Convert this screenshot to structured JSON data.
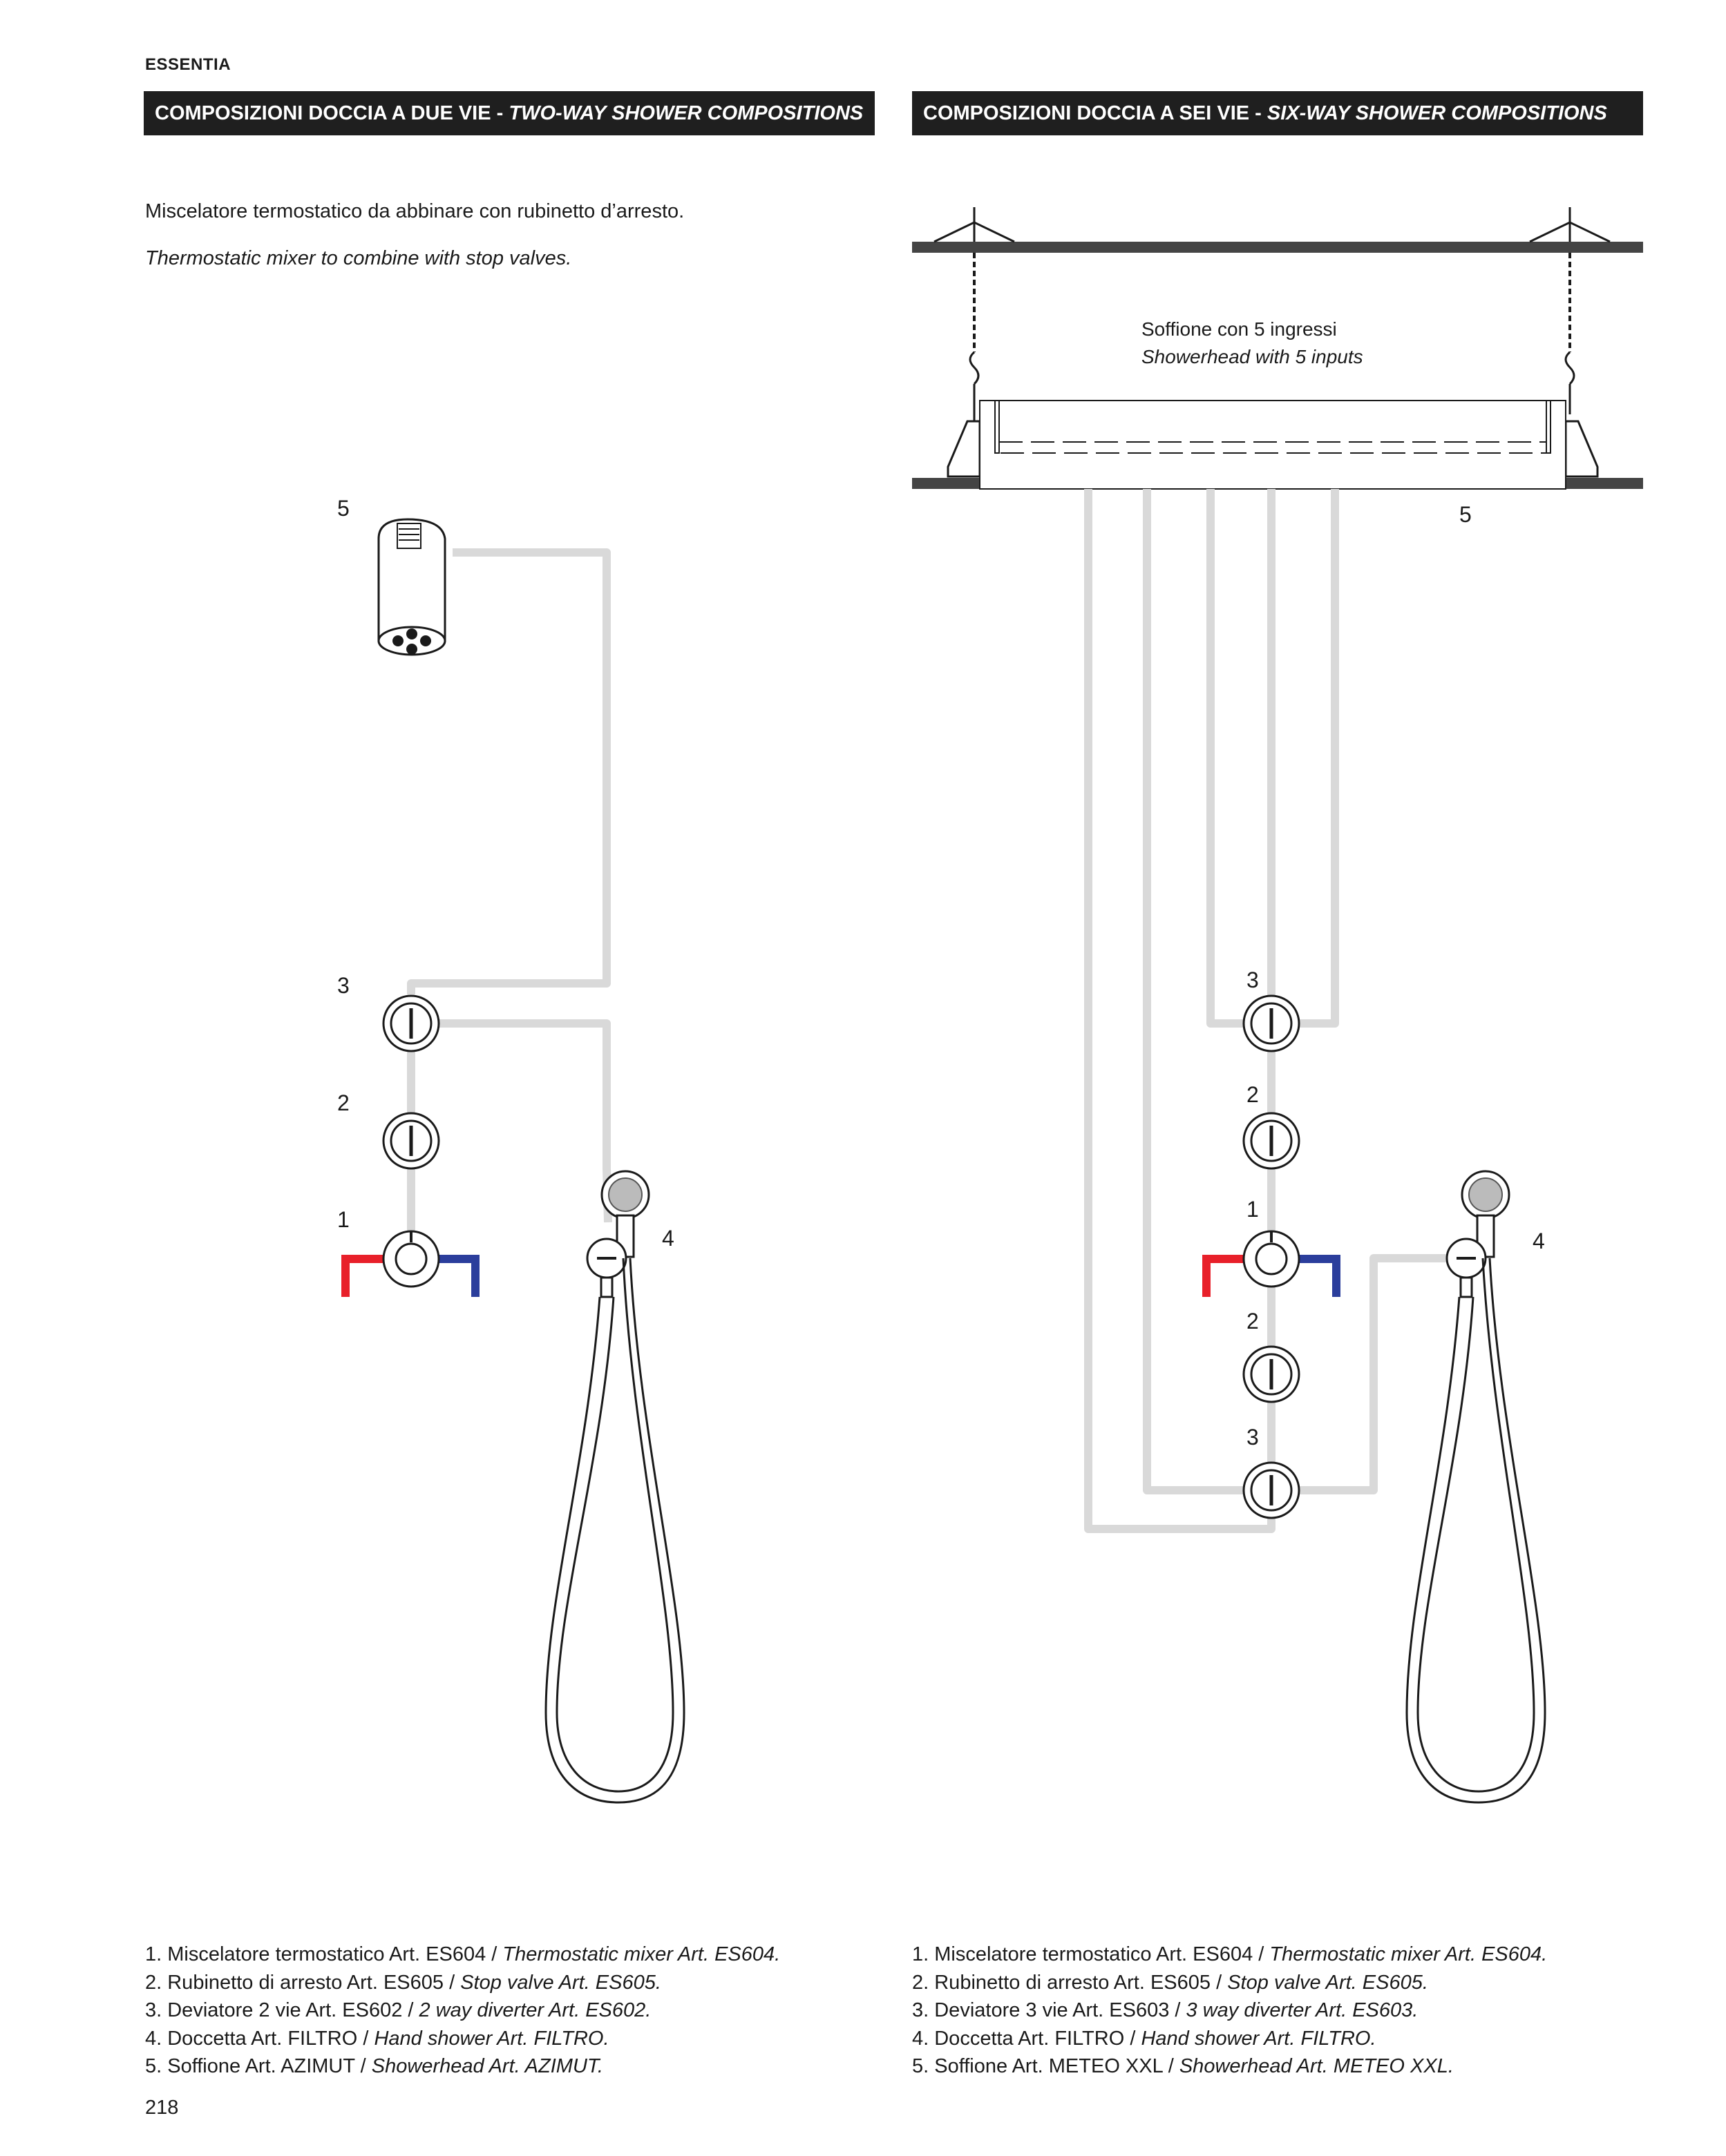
{
  "header": {
    "brand": "ESSENTIA"
  },
  "sections": {
    "left": {
      "title_it": "COMPOSIZIONI DOCCIA A DUE VIE - ",
      "title_en": "TWO-WAY SHOWER COMPOSITIONS",
      "intro_it": "Miscelatore termostatico da abbinare con rubinetto d’arresto.",
      "intro_en": "Thermostatic mixer to combine with stop valves.",
      "diagram_labels": {
        "showerhead": "5",
        "diverter": "3",
        "stop_valve": "2",
        "mixer": "1",
        "hand_shower": "4"
      },
      "legend": [
        {
          "it": "1. Miscelatore termostatico Art. ES604 / ",
          "en": "Thermostatic mixer Art. ES604."
        },
        {
          "it": "2. Rubinetto di arresto Art. ES605 / ",
          "en": "Stop valve Art. ES605."
        },
        {
          "it": "3. Deviatore 2 vie Art. ES602 / ",
          "en": "2 way diverter Art. ES602."
        },
        {
          "it": "4. Doccetta Art. FILTRO / ",
          "en": "Hand shower Art. FILTRO."
        },
        {
          "it": "5. Soffione Art. AZIMUT / ",
          "en": "Showerhead Art. AZIMUT."
        }
      ]
    },
    "right": {
      "title_it": "COMPOSIZIONI DOCCIA A SEI VIE - ",
      "title_en": "SIX-WAY SHOWER COMPOSITIONS",
      "showerhead_note_it": "Soffione con 5 ingressi",
      "showerhead_note_en": "Showerhead with 5 inputs",
      "diagram_labels": {
        "showerhead": "5",
        "diverter_top": "3",
        "stop_valve_top": "2",
        "mixer": "1",
        "stop_valve_bottom": "2",
        "diverter_bottom": "3",
        "hand_shower": "4"
      },
      "legend": [
        {
          "it": "1. Miscelatore termostatico Art. ES604 / ",
          "en": "Thermostatic mixer Art. ES604."
        },
        {
          "it": "2. Rubinetto di arresto Art. ES605 / ",
          "en": "Stop valve Art. ES605."
        },
        {
          "it": "3. Deviatore 3 vie Art. ES603 / ",
          "en": "3 way diverter Art. ES603."
        },
        {
          "it": "4. Doccetta Art. FILTRO / ",
          "en": "Hand shower Art. FILTRO."
        },
        {
          "it": "5. Soffione Art. METEO XXL / ",
          "en": "Showerhead Art. METEO XXL."
        }
      ]
    }
  },
  "footer": {
    "page_number": "218"
  },
  "colors": {
    "band_background": "#1f1f1f",
    "pipe": "#d9d9d9",
    "hot": "#e8202a",
    "cold": "#2b3e9c",
    "line": "#1a1a1a"
  }
}
